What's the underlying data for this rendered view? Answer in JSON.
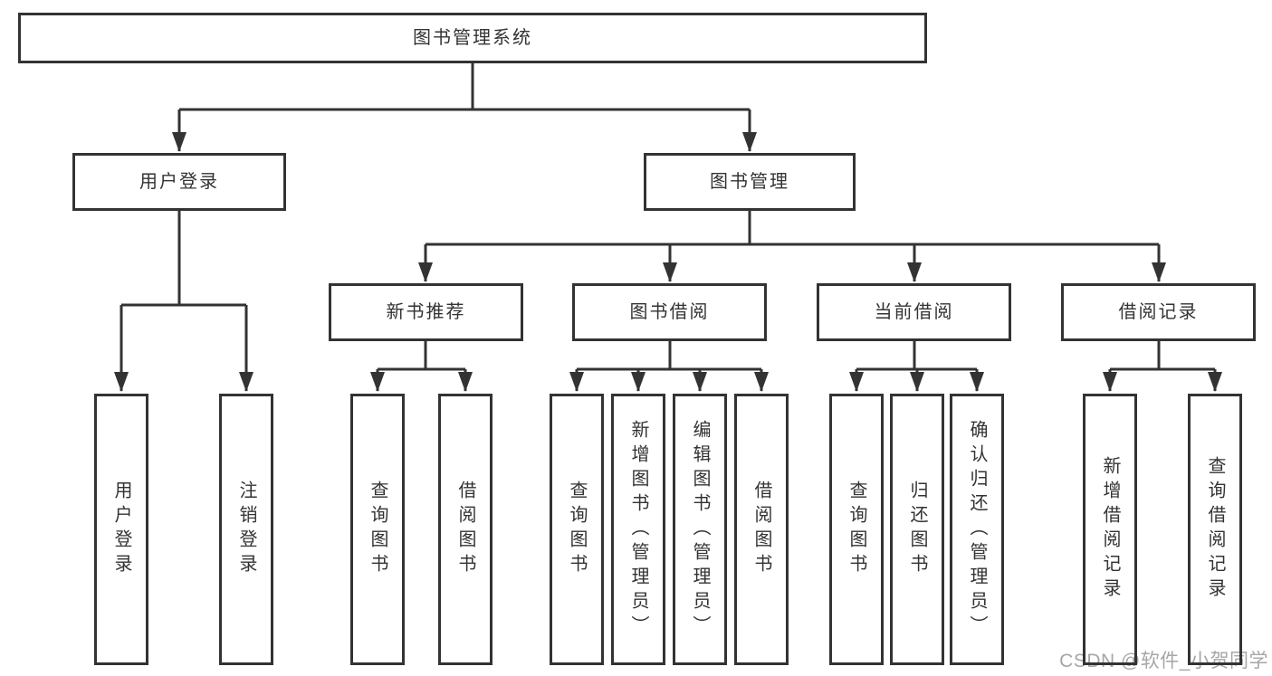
{
  "tree": {
    "label": "图书管理系统",
    "children": [
      {
        "label": "用户登录",
        "children": [
          {
            "label": "用户登录"
          },
          {
            "label": "注销登录"
          }
        ]
      },
      {
        "label": "图书管理",
        "children": [
          {
            "label": "新书推荐",
            "children": [
              {
                "label": "查询图书"
              },
              {
                "label": "借阅图书"
              }
            ]
          },
          {
            "label": "图书借阅",
            "children": [
              {
                "label": "查询图书"
              },
              {
                "label": "新增图书（管理员）"
              },
              {
                "label": "编辑图书（管理员）"
              },
              {
                "label": "借阅图书"
              }
            ]
          },
          {
            "label": "当前借阅",
            "children": [
              {
                "label": "查询图书"
              },
              {
                "label": "归还图书"
              },
              {
                "label": "确认归还（管理员）"
              }
            ]
          },
          {
            "label": "借阅记录",
            "children": [
              {
                "label": "新增借阅记录"
              },
              {
                "label": "查询借阅记录"
              }
            ]
          }
        ]
      }
    ]
  },
  "watermark": {
    "text": "CSDN @软件_小贺同学"
  },
  "colors": {
    "line": "#333333",
    "text": "#333333",
    "watermark": "#a6a6a6",
    "bg": "#ffffff"
  }
}
